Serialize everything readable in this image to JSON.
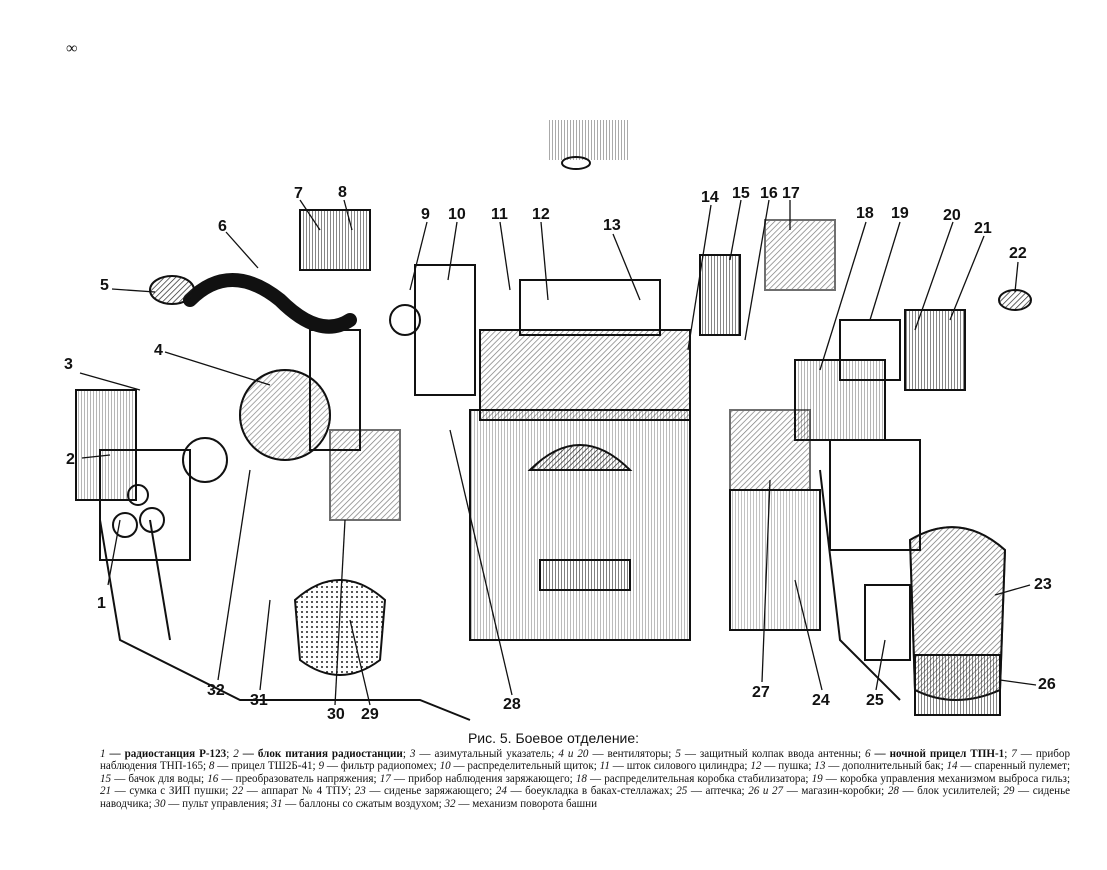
{
  "corner_mark": "∞",
  "callouts": [
    "1",
    "2",
    "3",
    "4",
    "5",
    "6",
    "7",
    "8",
    "9",
    "10",
    "11",
    "12",
    "13",
    "14",
    "15",
    "16",
    "17",
    "18",
    "19",
    "20",
    "21",
    "22",
    "23",
    "24",
    "25",
    "26",
    "27",
    "28",
    "29",
    "30",
    "31",
    "32"
  ],
  "caption": {
    "title": "Рис. 5. Боевое отделение:",
    "items": [
      {
        "num": "1",
        "text": "радиостанция Р-123"
      },
      {
        "num": "2",
        "text": "блок питания радиостанции"
      },
      {
        "num": "3",
        "text": "азимутальный указатель"
      },
      {
        "num": "4 и 20",
        "text": "вентиляторы"
      },
      {
        "num": "5",
        "text": "защитный колпак ввода антенны"
      },
      {
        "num": "6",
        "text": "ночной прицел ТПН-1"
      },
      {
        "num": "7",
        "text": "прибор наблюдения ТНП-165"
      },
      {
        "num": "8",
        "text": "прицел ТШ2Б-41"
      },
      {
        "num": "9",
        "text": "фильтр радиопомех"
      },
      {
        "num": "10",
        "text": "распределительный щиток"
      },
      {
        "num": "11",
        "text": "шток силового цилиндра"
      },
      {
        "num": "12",
        "text": "пушка"
      },
      {
        "num": "13",
        "text": "дополнительный бак"
      },
      {
        "num": "14",
        "text": "спаренный пулемет"
      },
      {
        "num": "15",
        "text": "бачок для воды"
      },
      {
        "num": "16",
        "text": "преобразователь напряжения"
      },
      {
        "num": "17",
        "text": "прибор наблюдения заряжающего"
      },
      {
        "num": "18",
        "text": "распределительная коробка стабилизатора"
      },
      {
        "num": "19",
        "text": "коробка управления механизмом выброса гильз"
      },
      {
        "num": "21",
        "text": "сумка с ЗИП пушки"
      },
      {
        "num": "22",
        "text": "аппарат № 4 ТПУ"
      },
      {
        "num": "23",
        "text": "сиденье заряжающего"
      },
      {
        "num": "24",
        "text": "боеукладка в баках-стеллажах"
      },
      {
        "num": "25",
        "text": "аптечка"
      },
      {
        "num": "26 и 27",
        "text": "магазин-коробки"
      },
      {
        "num": "28",
        "text": "блок усилителей"
      },
      {
        "num": "29",
        "text": "сиденье наводчика"
      },
      {
        "num": "30",
        "text": "пульт управления"
      },
      {
        "num": "31",
        "text": "баллоны со сжатым воздухом"
      },
      {
        "num": "32",
        "text": "механизм поворота башни"
      }
    ]
  },
  "colors": {
    "ink": "#111111",
    "paper": "#ffffff",
    "shade": "#555555"
  }
}
